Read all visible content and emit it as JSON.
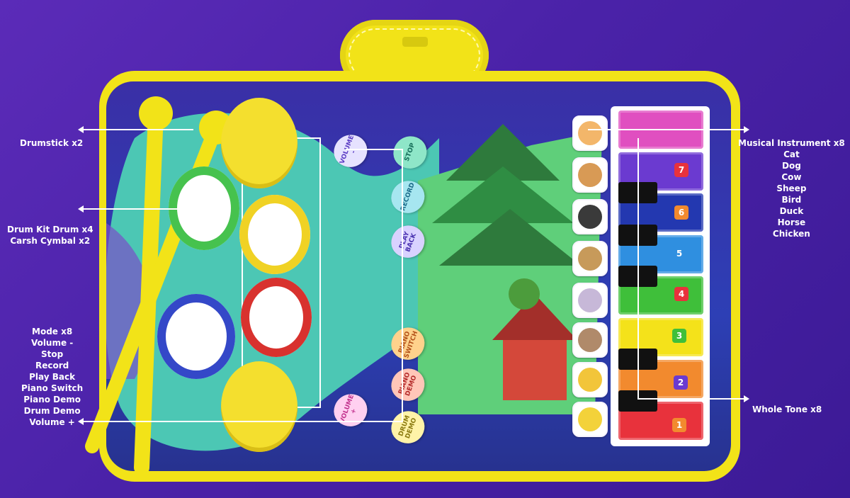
{
  "callouts": {
    "drumstick": "Drumstick x2",
    "drum_kit": [
      "Drum Kit Drum x4",
      "Carsh Cymbal x2"
    ],
    "modes_title": "Mode x8",
    "modes": [
      "Volume -",
      "Stop",
      "Record",
      "Play Back",
      "Piano Switch",
      "Piano Demo",
      "Drum Demo",
      "Volume +"
    ],
    "instrument_title": "Musical Instrument x8",
    "instruments": [
      "Cat",
      "Dog",
      "Cow",
      "Sheep",
      "Bird",
      "Duck",
      "Horse",
      "Chicken"
    ],
    "whole_tone": "Whole Tone x8"
  },
  "mat_buttons": {
    "volume_minus": "VOLUME -",
    "stop": "STOP",
    "record": "RECORD",
    "play_back": "PLAY BACK",
    "piano_switch": "PIANO SWITCH",
    "piano_demo": "PIANO DEMO",
    "volume_plus": "VOLUME +",
    "drum_demo": "DRUM DEMO"
  },
  "keys": [
    "1",
    "2",
    "3",
    "4",
    "5",
    "6",
    "7"
  ],
  "colors": {
    "box_purple": "#4a22a8",
    "mat_frame_yellow": "#f2e318",
    "key_red": "#e8323c",
    "key_orange": "#f28a2e",
    "key_yellow": "#f4e21a",
    "key_green": "#3fbf3a",
    "key_blue": "#2f8fe0",
    "key_navy": "#2338b0",
    "key_purple": "#6b3ad0",
    "key_pink": "#e04fc0"
  }
}
